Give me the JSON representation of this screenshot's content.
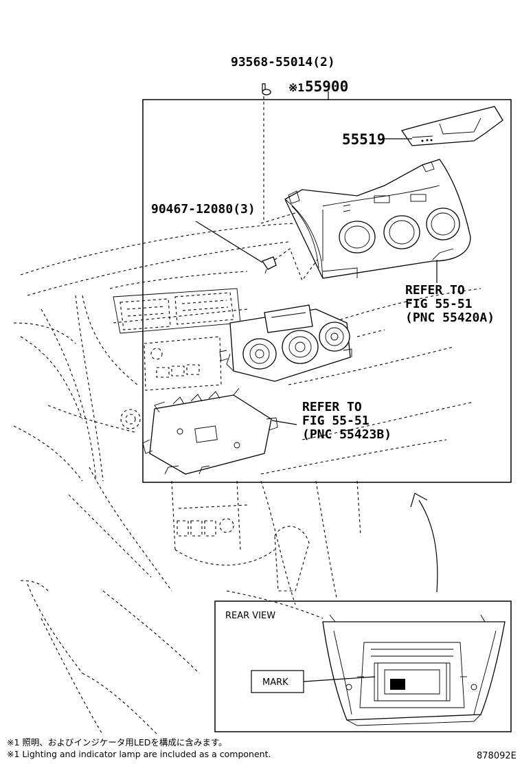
{
  "parts": {
    "screw": "93568-55014(2)",
    "assembly_mark": "※1",
    "assembly": "55900",
    "cover": "55519",
    "clip": "90467-12080(3)"
  },
  "references": {
    "upper": {
      "line1": "REFER TO",
      "line2": "FIG 55-51",
      "line3": "(PNC 55420A)"
    },
    "lower": {
      "line1": "REFER TO",
      "line2": "FIG 55-51",
      "line3": "(PNC 55423B)"
    }
  },
  "rear_view": {
    "title": "REAR VIEW",
    "mark_label": "MARK"
  },
  "footnotes": {
    "japanese": "※1 照明、およびインジケータ用LEDを構成に含みます。",
    "english": "※1 Lighting and indicator lamp are included as a component."
  },
  "diagram_id": "878092E"
}
